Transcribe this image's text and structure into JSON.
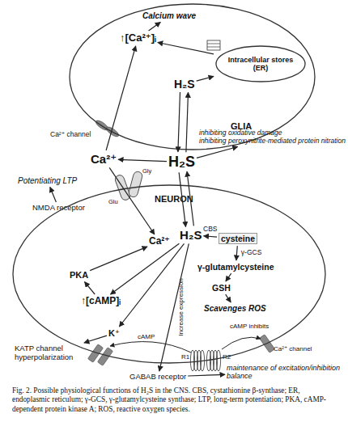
{
  "diagram": {
    "caption": "Fig. 2. Possible physiological functions of H₂S in the CNS. CBS, cystathionine β-synthase; ER, endoplasmic reticulum; γ-GCS, γ-glutamylcysteine synthase; LTP, long-term potentiation; PKA, cAMP-dependent protein kinase A; ROS, reactive oxygen species.",
    "nodes": [
      {
        "text": [
          "GLIA"
        ]
      },
      {
        "text": [
          "Calcium wave"
        ],
        "in": 0
      },
      {
        "text": [
          "↑[Ca²⁺]ᵢ"
        ],
        "in": 0
      },
      {
        "text": [
          "Intracellular stores (ER)"
        ],
        "in": 0
      },
      {
        "text": [
          "H₂S"
        ],
        "in": 0
      },
      {
        "text": [
          "H₂S"
        ]
      },
      {
        "text": [
          "inhibiting oxidative damage",
          "inhibiting peroxynitrite-mediated protein nitration"
        ]
      },
      {
        "text": [
          "Ca²⁺"
        ]
      },
      {
        "text": [
          "Potentiating LTP"
        ]
      },
      {
        "text": [
          "NMDA receptor"
        ]
      },
      {
        "text": [
          "NEURON"
        ]
      },
      {
        "text": [
          "Ca²⁺"
        ],
        "in": 10
      },
      {
        "text": [
          "H₂S"
        ],
        "in": 10
      },
      {
        "text": [
          "cysteine"
        ],
        "in": 10
      },
      {
        "text": [
          "γ-glutamylcysteine"
        ],
        "in": 10
      },
      {
        "text": [
          "GSH"
        ],
        "in": 10
      },
      {
        "text": [
          "Scavenges ROS"
        ],
        "in": 10
      },
      {
        "text": [
          "PKA"
        ],
        "in": 10
      },
      {
        "text": [
          "↑[cAMP]ᵢ"
        ],
        "in": 10
      },
      {
        "text": [
          "K⁺"
        ],
        "in": 10
      },
      {
        "text": [
          "KATP channel hyperpolarization"
        ]
      },
      {
        "text": [
          "GABAB receptor"
        ]
      },
      {
        "text": [
          "maintenance of excitation/inhibition balance"
        ]
      }
    ],
    "edges": [
      {
        "from": 4,
        "to": 3,
        "arrow": "to"
      },
      {
        "from": 3,
        "to": 2,
        "arrow": "to"
      },
      {
        "from": 7,
        "to": 2,
        "arrow": "to"
      },
      {
        "from": 2,
        "to": 1,
        "arrow": "to"
      },
      {
        "from": 4,
        "to": 5,
        "arrow": "to"
      },
      {
        "from": 5,
        "to": 4,
        "arrow": "to"
      },
      {
        "from": 5,
        "to": 6,
        "arrow": "to"
      },
      {
        "from": 5,
        "to": 7,
        "arrow": "to"
      },
      {
        "from": 5,
        "to": 12,
        "arrow": "to"
      },
      {
        "from": 12,
        "to": 5,
        "arrow": "to"
      },
      {
        "from": 7,
        "to": 11,
        "arrow": "to"
      },
      {
        "from": 9,
        "to": 8,
        "arrow": "to"
      },
      {
        "from": 13,
        "to": 12,
        "label": "CBS",
        "arrow": "to"
      },
      {
        "from": 13,
        "to": 14,
        "label": "γ-GCS",
        "arrow": "to"
      },
      {
        "from": 14,
        "to": 15,
        "arrow": "to"
      },
      {
        "from": 15,
        "to": 16,
        "arrow": "to"
      },
      {
        "from": 12,
        "to": 18,
        "arrow": "to"
      },
      {
        "from": 18,
        "to": 17,
        "arrow": "to"
      },
      {
        "from": 17,
        "to": 11,
        "arrow": "to"
      },
      {
        "from": 12,
        "to": 19,
        "arrow": "to"
      },
      {
        "from": 19,
        "to": 20,
        "arrow": "to"
      },
      {
        "from": 12,
        "to": 21,
        "label": "Increase expression",
        "arrow": "to"
      },
      {
        "from": 21,
        "to": 22,
        "arrow": "to"
      }
    ],
    "labels": [
      "Ca²⁺ channel",
      "Glu",
      "Gly",
      "cAMP",
      "cAMP inhibits",
      "R1",
      "R2",
      "Ca²⁺ channel"
    ]
  }
}
